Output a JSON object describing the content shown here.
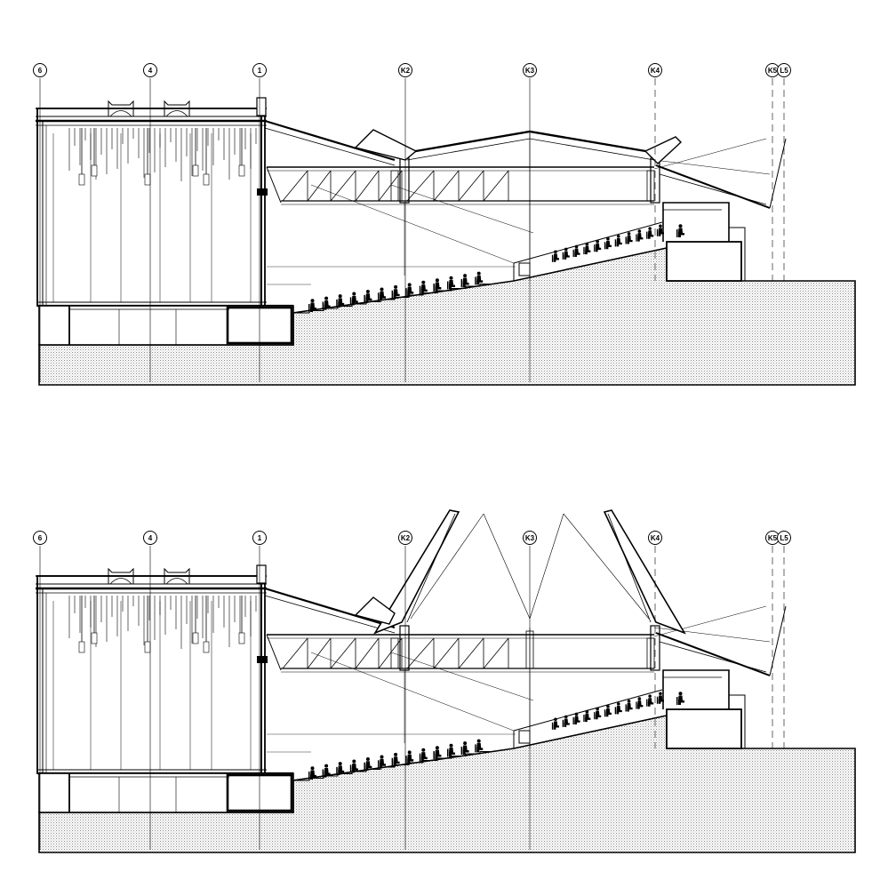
{
  "sections": [
    {
      "id": "section-roof-closed",
      "state": "closed",
      "gridlines": [
        {
          "id": "6",
          "label": "6"
        },
        {
          "id": "4",
          "label": "4"
        },
        {
          "id": "1",
          "label": "1"
        },
        {
          "id": "K2",
          "label": "K2"
        },
        {
          "id": "K3",
          "label": "K3"
        },
        {
          "id": "K4",
          "label": "K4"
        },
        {
          "id": "K5",
          "label": "K5"
        },
        {
          "id": "L5",
          "label": "L5"
        }
      ]
    },
    {
      "id": "section-roof-open",
      "state": "open",
      "gridlines": [
        {
          "id": "6",
          "label": "6"
        },
        {
          "id": "4",
          "label": "4"
        },
        {
          "id": "1",
          "label": "1"
        },
        {
          "id": "K2",
          "label": "K2"
        },
        {
          "id": "K3",
          "label": "K3"
        },
        {
          "id": "K4",
          "label": "K4"
        },
        {
          "id": "K5",
          "label": "K5"
        },
        {
          "id": "L5",
          "label": "L5"
        }
      ]
    }
  ],
  "colors": {
    "line": "#000000",
    "background": "#ffffff",
    "hatch": "#9a9a9a"
  }
}
